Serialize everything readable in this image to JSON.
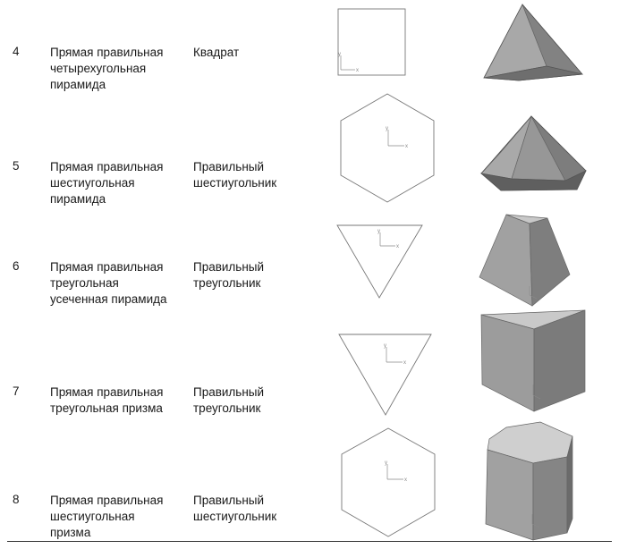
{
  "rows": [
    {
      "num": "4",
      "name": [
        "Прямая правильная",
        "четырехугольная",
        "пирамида"
      ],
      "base": [
        "Квадрат"
      ]
    },
    {
      "num": "5",
      "name": [
        "Прямая правильная",
        "шестиугольная",
        "пирамида"
      ],
      "base": [
        "Правильный",
        "шестиугольник"
      ]
    },
    {
      "num": "6",
      "name": [
        "Прямая правильная",
        "треугольная",
        "усеченная пирамида"
      ],
      "base": [
        "Правильный",
        "треугольник"
      ]
    },
    {
      "num": "7",
      "name": [
        "Прямая правильная",
        "треугольная призма"
      ],
      "base": [
        "Правильный",
        "треугольник"
      ]
    },
    {
      "num": "8",
      "name": [
        "Прямая правильная",
        "шестиугольная",
        "призма"
      ],
      "base": [
        "Правильный",
        "шестиугольник"
      ]
    }
  ],
  "axis_labels": {
    "x": "x",
    "y": "y"
  }
}
